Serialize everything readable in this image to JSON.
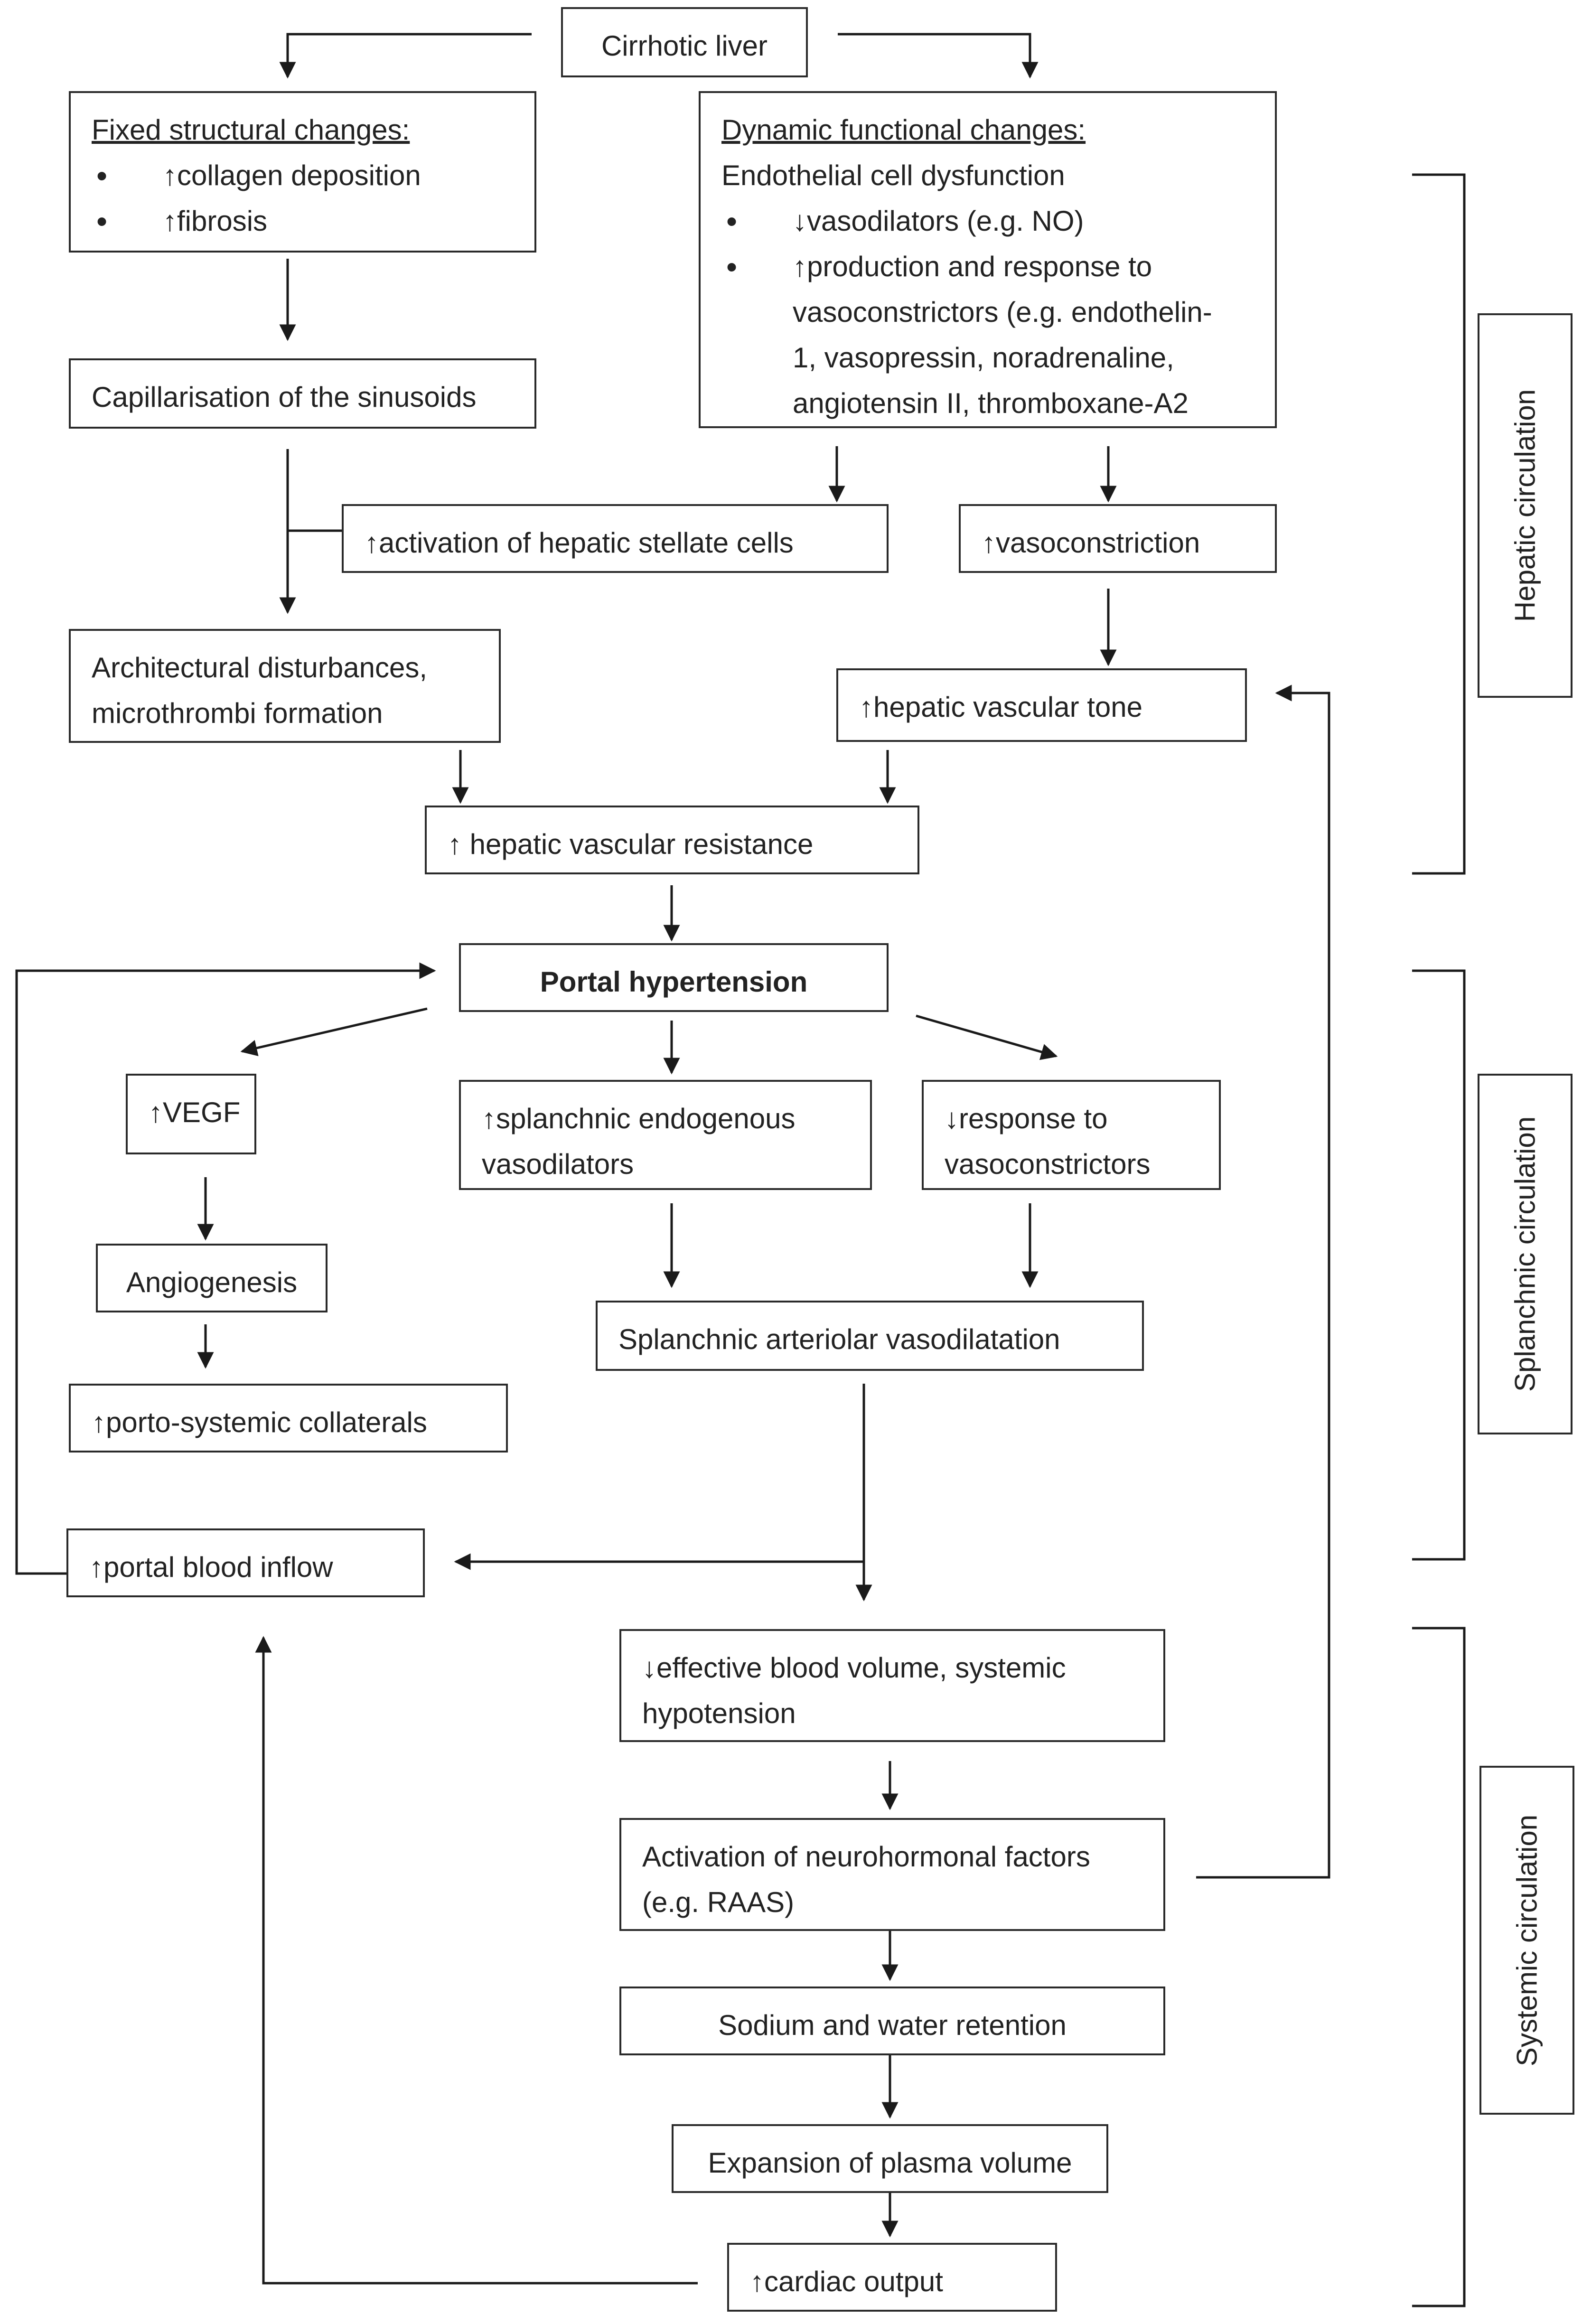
{
  "nodes": {
    "cirrhotic": "Cirrhotic liver",
    "fixed_title": "Fixed structural changes:",
    "fixed_items": [
      "↑collagen deposition",
      "↑fibrosis"
    ],
    "dynamic_title": "Dynamic functional changes:",
    "dynamic_sub": "Endothelial cell dysfunction",
    "dynamic_item1": "↓vasodilators (e.g. NO)",
    "dynamic_item2_lines": [
      "↑production and response to",
      "vasoconstrictors (e.g. endothelin-",
      "1, vasopressin, noradrenaline,",
      "angiotensin II, thromboxane-A2"
    ],
    "capillarisation": "Capillarisation of the sinusoids",
    "stellate": "↑activation of hepatic stellate cells",
    "vasoconstriction": "↑vasoconstriction",
    "architectural_lines": [
      "Architectural disturbances,",
      "microthrombi formation"
    ],
    "vascular_tone": "↑hepatic vascular tone",
    "vascular_resistance": "↑ hepatic vascular resistance",
    "portal_hypertension": "Portal hypertension",
    "vegf": "↑VEGF",
    "splanchnic_vasodilators_lines": [
      "↑splanchnic endogenous",
      "vasodilators"
    ],
    "response_vasoconstrictors_lines": [
      "↓response to",
      "vasoconstrictors"
    ],
    "angiogenesis": "Angiogenesis",
    "splanchnic_vasodilatation": "Splanchnic arteriolar vasodilatation",
    "collaterals": "↑porto-systemic collaterals",
    "portal_inflow": "↑portal blood inflow",
    "effective_volume_lines": [
      "↓effective blood volume, systemic",
      "hypotension"
    ],
    "neurohormonal_lines": [
      "Activation of neurohormonal factors",
      "(e.g. RAAS)"
    ],
    "sodium_water": "Sodium and water retention",
    "plasma_volume": "Expansion of plasma volume",
    "cardiac_output": "↑cardiac output"
  },
  "sections": {
    "hepatic": "Hepatic circulation",
    "splanchnic": "Splanchnic circulation",
    "systemic": "Systemic circulation"
  }
}
